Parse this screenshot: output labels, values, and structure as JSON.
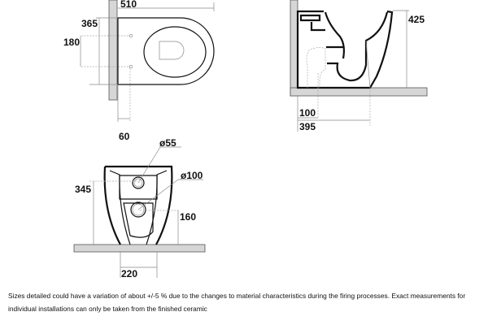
{
  "top_view": {
    "dim_width": "510",
    "dim_depth": "365",
    "dim_fixing_spacing": "180",
    "dim_fixing_offset": "60"
  },
  "side_view": {
    "dim_height": "425",
    "dim_outlet_offset": "100",
    "dim_projection": "395"
  },
  "rear_view": {
    "dim_inlet_diameter": "ø55",
    "dim_outlet_diameter": "ø100",
    "dim_inlet_height": "345",
    "dim_outlet_height": "160",
    "dim_base_width": "220"
  },
  "disclaimer": "Sizes detailed could have a variation of about +/-5 % due to the changes to  material characteristics during the firing processes. Exact measurements for individual installations can only be taken from the finished ceramic"
}
